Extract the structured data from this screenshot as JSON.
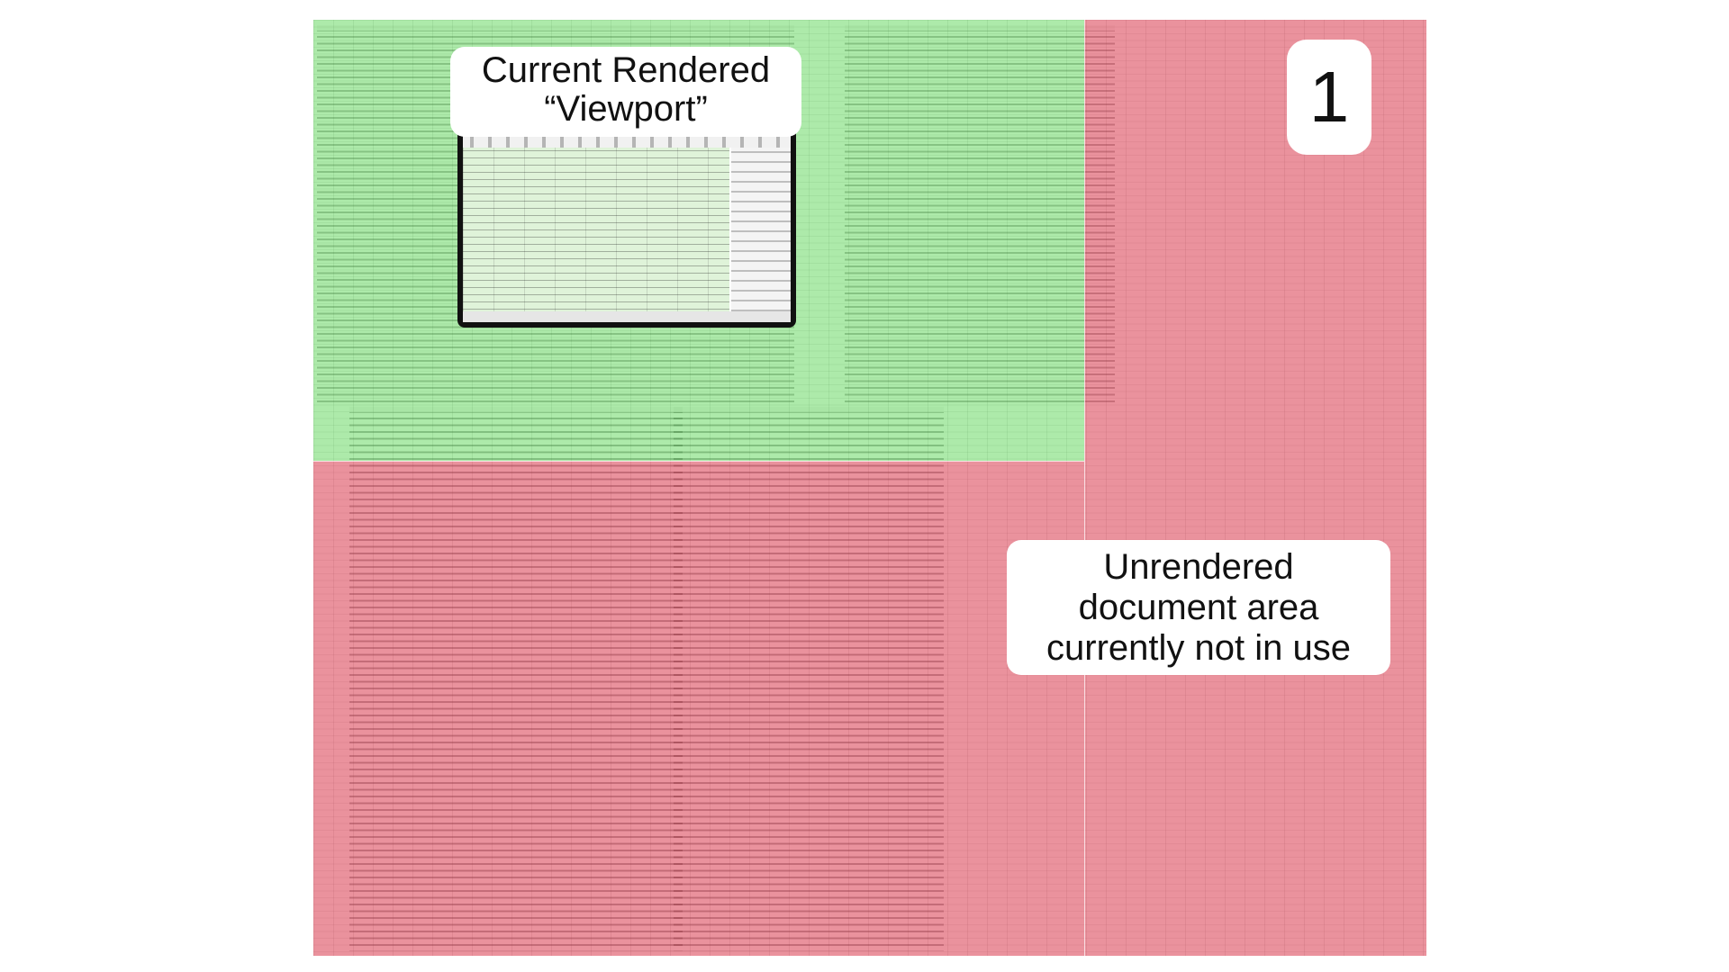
{
  "labels": {
    "current_line1": "Current Rendered",
    "current_line2": "“Viewport”",
    "unrendered_line1": "Unrendered",
    "unrendered_line2": "document area",
    "unrendered_line3": "currently not in use",
    "step_number": "1"
  },
  "colors": {
    "rendered_overlay": "#62d65c",
    "unrendered_overlay": "#da4456",
    "label_background": "#ffffff"
  },
  "icons": {
    "tablet": "tablet-device-icon"
  }
}
